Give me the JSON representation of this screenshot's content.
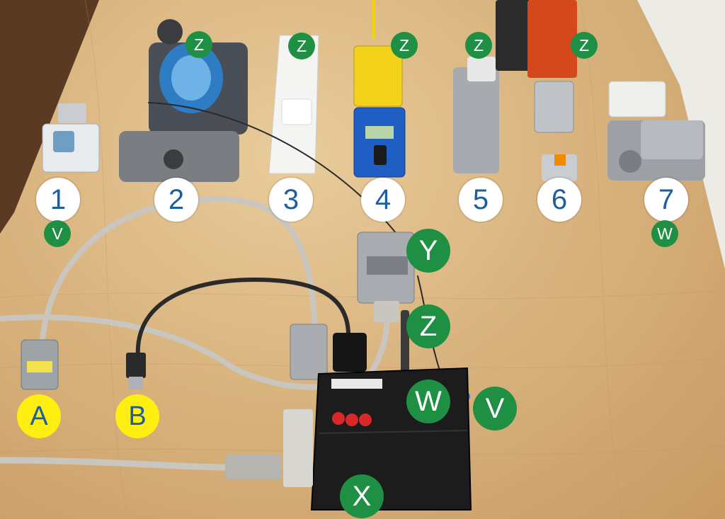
{
  "colors": {
    "table": "#d9b47f",
    "number_badge_fill": "#ffffff",
    "number_badge_text": "#1f5e9e",
    "green_badge": "#1f8f43",
    "yellow_badge": "#ffef10"
  },
  "device_numbers": [
    "1",
    "2",
    "3",
    "4",
    "5",
    "6",
    "7"
  ],
  "device_tags": [
    "V",
    "Z",
    "Z",
    "Z",
    "Z",
    "Z",
    "W"
  ],
  "connector_letters": [
    "A",
    "B"
  ],
  "hub_tags": [
    "Y",
    "Z",
    "W",
    "V",
    "X"
  ]
}
